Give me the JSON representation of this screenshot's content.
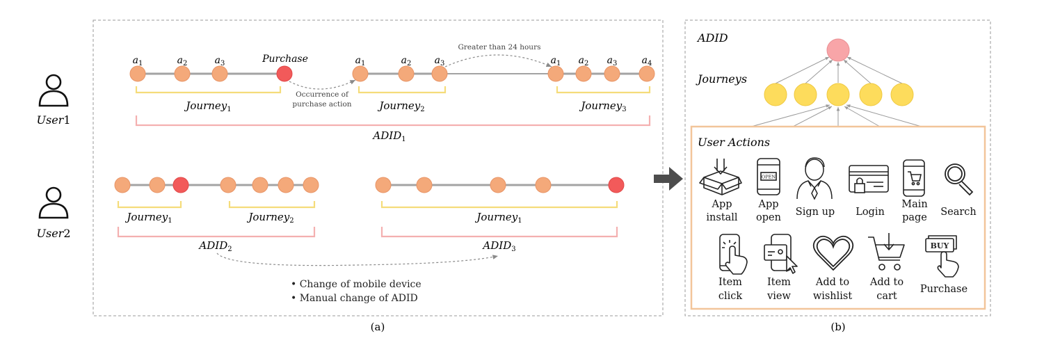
{
  "panel_a": {
    "caption": "(a)",
    "users": [
      {
        "label": "User",
        "index": "1"
      },
      {
        "label": "User",
        "index": "2"
      }
    ],
    "user1": {
      "action_base": "a",
      "action_subs_j1": [
        "1",
        "2",
        "3"
      ],
      "purchase_label": "Purchase",
      "action_subs_j2": [
        "1",
        "2",
        "3"
      ],
      "action_subs_j3": [
        "1",
        "2",
        "3",
        "4"
      ],
      "gap_annotation": "Greater than 24 hours",
      "occurrence_lines": [
        "Occurrence of",
        "purchase action"
      ],
      "journeys": [
        {
          "name": "Journey",
          "sub": "1"
        },
        {
          "name": "Journey",
          "sub": "2"
        },
        {
          "name": "Journey",
          "sub": "3"
        }
      ],
      "adid": {
        "name": "ADID",
        "sub": "1"
      }
    },
    "user2": {
      "journeys": [
        {
          "name": "Journey",
          "sub": "1"
        },
        {
          "name": "Journey",
          "sub": "2"
        },
        {
          "name": "Journey",
          "sub": "1"
        }
      ],
      "adids": [
        {
          "name": "ADID",
          "sub": "2"
        },
        {
          "name": "ADID",
          "sub": "3"
        }
      ],
      "reasons": [
        "Change of mobile device",
        "Manual change of ADID"
      ]
    }
  },
  "panel_b": {
    "caption": "(b)",
    "adid_label": "ADID",
    "journeys_label": "Journeys",
    "user_actions_label": "User Actions",
    "actions": [
      {
        "icon": "app-install-icon",
        "lines": [
          "App",
          "install"
        ]
      },
      {
        "icon": "app-open-icon",
        "lines": [
          "App",
          "open"
        ]
      },
      {
        "icon": "sign-up-icon",
        "lines": [
          "Sign up"
        ]
      },
      {
        "icon": "login-icon",
        "lines": [
          "Login"
        ]
      },
      {
        "icon": "main-page-icon",
        "lines": [
          "Main",
          "page"
        ]
      },
      {
        "icon": "search-icon",
        "lines": [
          "Search"
        ]
      },
      {
        "icon": "item-click-icon",
        "lines": [
          "Item",
          "click"
        ]
      },
      {
        "icon": "item-view-icon",
        "lines": [
          "Item",
          "view"
        ]
      },
      {
        "icon": "add-to-wishlist-icon",
        "lines": [
          "Add to",
          "wishlist"
        ]
      },
      {
        "icon": "add-to-cart-icon",
        "lines": [
          "Add to",
          "cart"
        ]
      },
      {
        "icon": "purchase-icon",
        "lines": [
          "Purchase"
        ]
      }
    ],
    "open_sign": "OPEN",
    "buy_sign": "BUY"
  },
  "colors": {
    "action_node": "#F4A97A",
    "purchase_node": "#F25A5A",
    "journey_bracket": "#F5DC7A",
    "adid_bracket": "#F4B0B0",
    "journey_node": "#FDDC5C",
    "adid_node": "#F8A5A8",
    "user_actions_border": "#F2C59A",
    "timeline": "#A3A3A3",
    "arrow": "#4D4D4D"
  }
}
